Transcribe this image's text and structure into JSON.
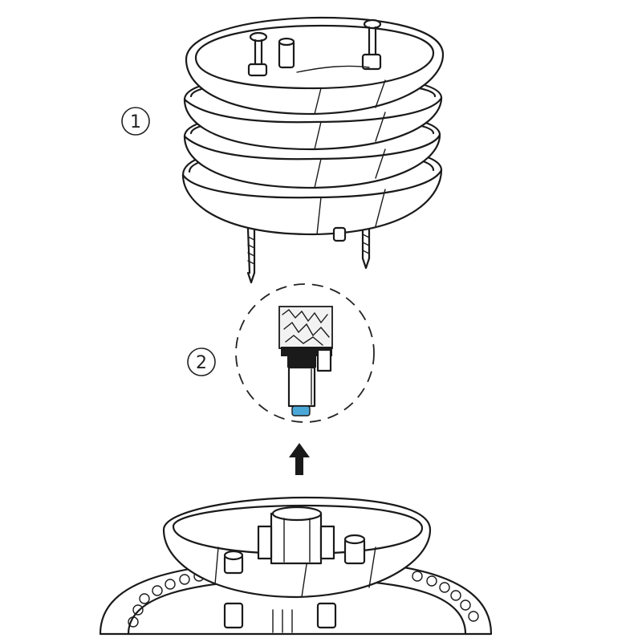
{
  "callouts": [
    {
      "id": "1",
      "label": "1"
    },
    {
      "id": "2",
      "label": "2"
    }
  ],
  "colors": {
    "line": "#1a1a1a",
    "sensor_tip": "#4aa8d8",
    "background": "#ffffff"
  },
  "icons": {
    "arrow": "up-arrow-icon",
    "sensor": "sensor-probe-icon",
    "shield": "radiation-shield-icon",
    "screw": "screw-icon"
  }
}
